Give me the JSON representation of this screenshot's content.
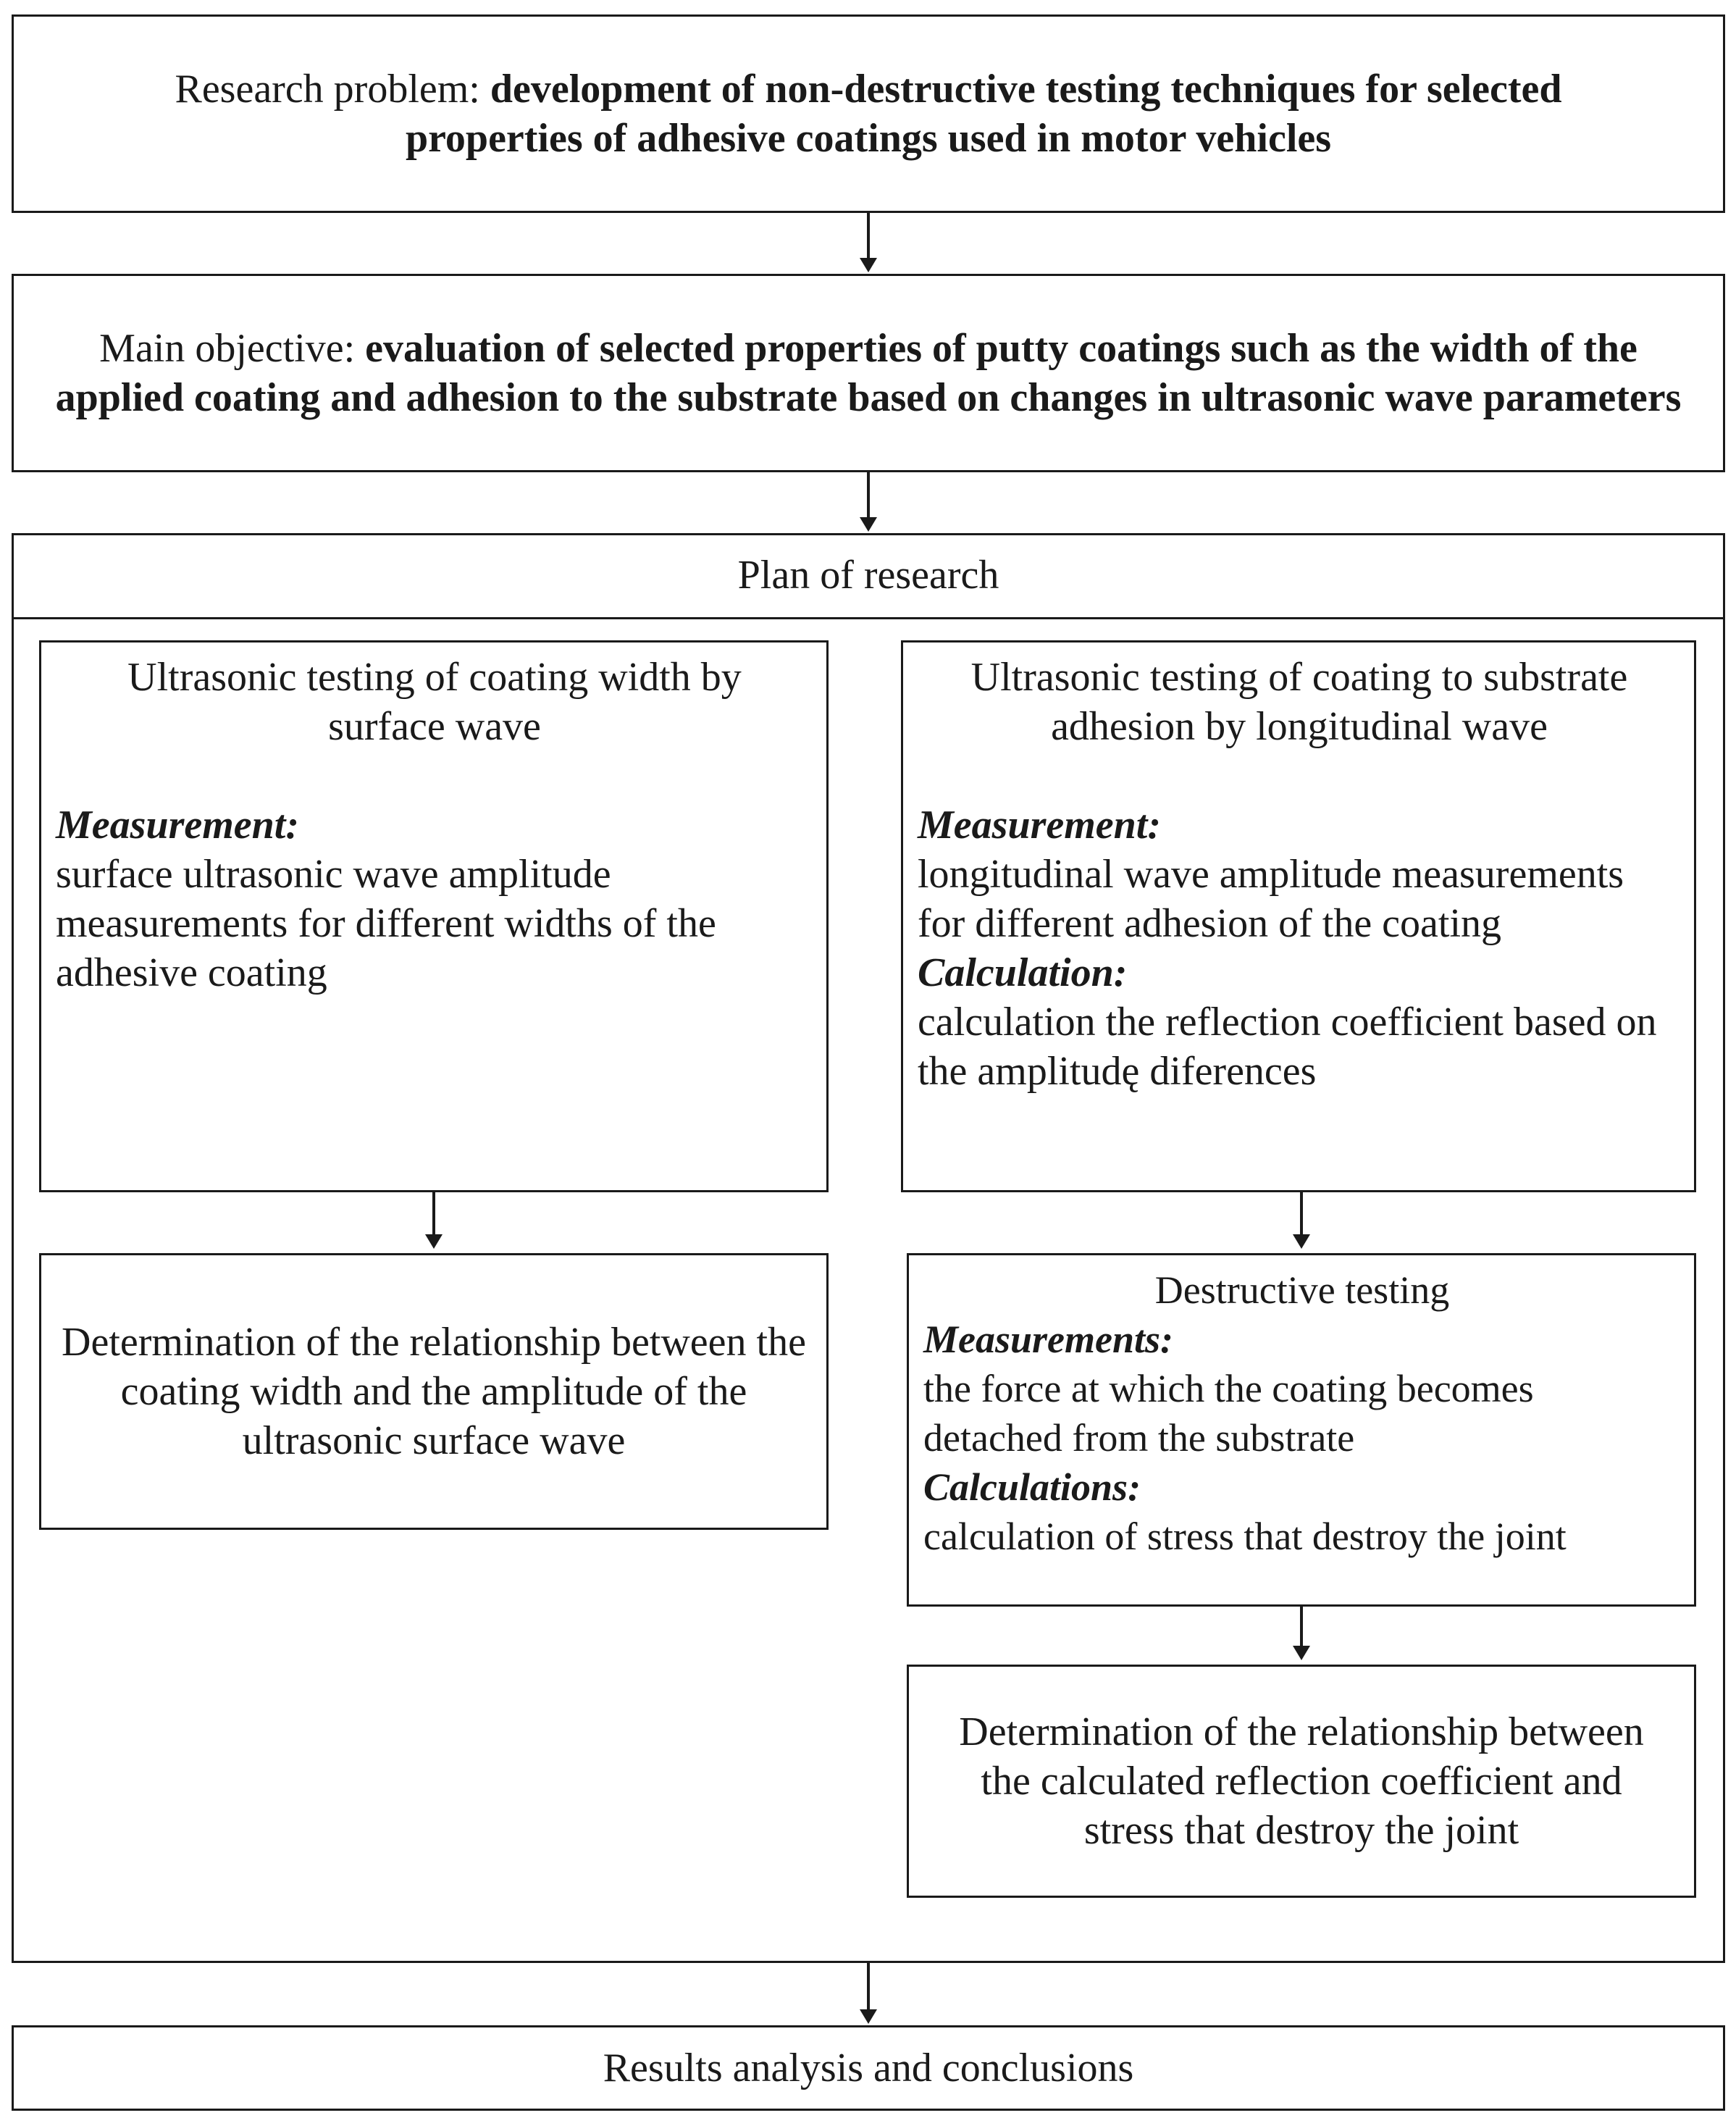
{
  "research_problem": {
    "prefix": "Research problem: ",
    "text": "development of non-destructive testing techniques for selected properties of adhesive coatings used in motor vehicles"
  },
  "main_objective": {
    "prefix": "Main objective: ",
    "text": "evaluation of selected properties of putty coatings such as the width of the applied coating and adhesion to the substrate based on changes in ultrasonic wave parameters"
  },
  "plan": {
    "title": "Plan of research",
    "left_test": {
      "title": "Ultrasonic testing of coating width by surface wave",
      "measurement_label": "Measurement:",
      "measurement_text": "surface ultrasonic wave amplitude measurements for different widths of the adhesive coating"
    },
    "left_result": "Determination of the relationship between the coating width and the amplitude of the ultrasonic surface wave",
    "right_test": {
      "title": "Ultrasonic testing of coating to substrate adhesion by longitudinal wave",
      "measurement_label": "Measurement:",
      "measurement_text": "longitudinal wave amplitude measurements for different adhesion of the coating",
      "calculation_label": "Calculation:",
      "calculation_text": "calculation the reflection coefficient based on the amplitudę diferences"
    },
    "destructive": {
      "title": "Destructive testing",
      "measurements_label": "Measurements:",
      "measurements_text": "the force at which the coating becomes detached from the substrate",
      "calculations_label": "Calculations:",
      "calculations_text": "calculation of stress that destroy the joint"
    },
    "right_result": "Determination of the relationship between the calculated reflection coefficient and stress that destroy the joint"
  },
  "results": "Results analysis and conclusions"
}
